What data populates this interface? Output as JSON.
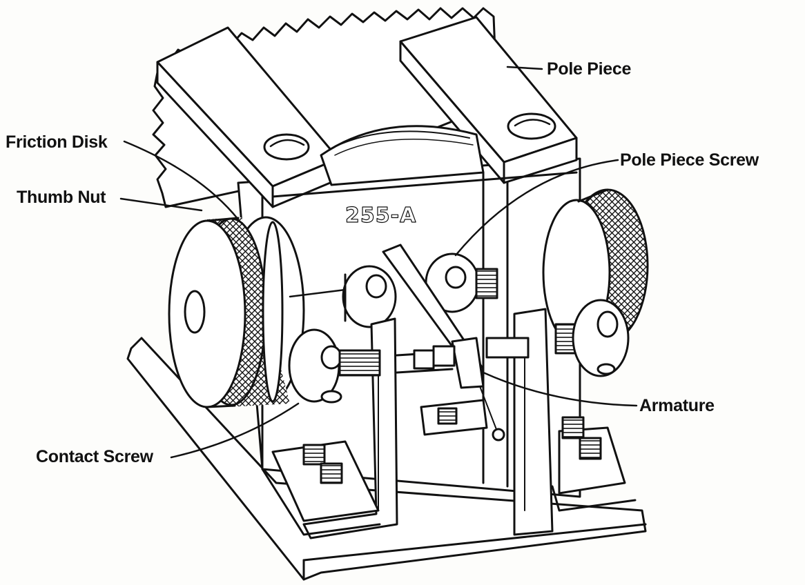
{
  "diagram": {
    "model_number": "255-A",
    "labels": {
      "pole_piece": "Pole Piece",
      "friction_disk": "Friction Disk",
      "pole_piece_screw": "Pole Piece Screw",
      "thumb_nut": "Thumb Nut",
      "armature": "Armature",
      "contact_screw": "Contact Screw"
    }
  },
  "colors": {
    "ink": "#111111",
    "paper": "#fdfdfb"
  }
}
